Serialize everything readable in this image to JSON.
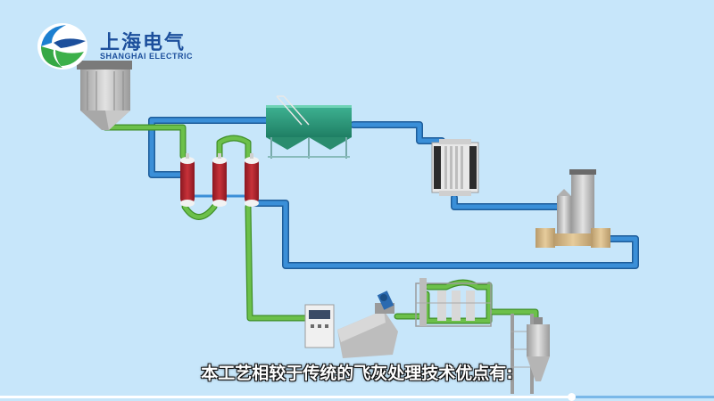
{
  "brand": {
    "name_cn": "上海电气",
    "name_en": "SHANGHAI ELECTRIC"
  },
  "subtitle": "本工艺相较于传统的飞灰处理技术优点有:",
  "playback": {
    "progress": 0.8
  },
  "colors": {
    "background": "#c7e6fa",
    "pipe_blue": "#3a8fd8",
    "pipe_green": "#6cc04a",
    "tank_red": "#b2242c",
    "equipment_gray": "#c8c8c8",
    "settler_green": "#2e9b7c"
  },
  "icons": {
    "logo": "shanghai-electric-logo"
  }
}
